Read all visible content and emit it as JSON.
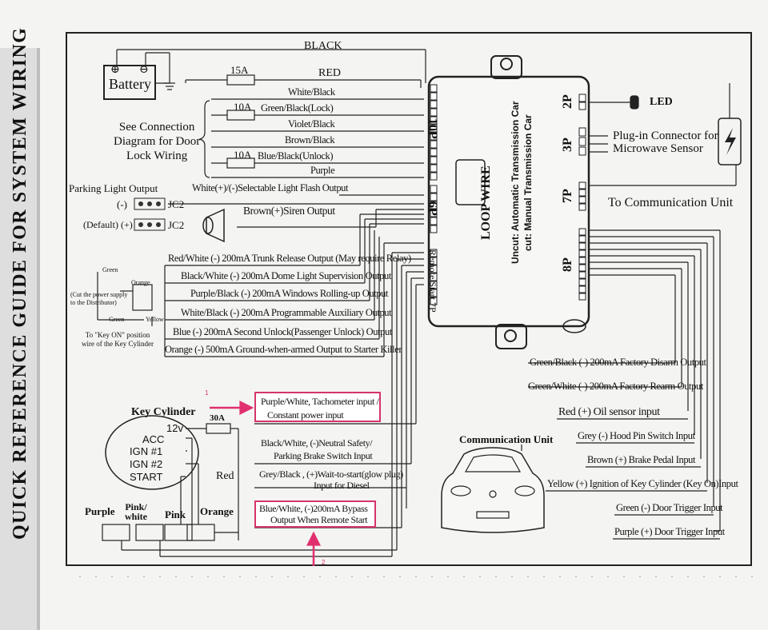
{
  "sidebar": {
    "title": "QUICK REFERENCE GUIDE FOR SYSTEM WIRING"
  },
  "battery": {
    "label": "Battery",
    "plus": "⊕",
    "minus": "⊖",
    "wire_black": "BLACK",
    "fuse": "15A",
    "wire_red": "RED"
  },
  "door_lock": {
    "caption_lines": [
      "See Connection",
      "Diagram for Door",
      "Lock Wiring"
    ],
    "fuse_lock": "10A",
    "fuse_unlock": "10A",
    "wires": [
      "White/Black",
      "Green/Black(Lock)",
      "Violet/Black",
      "Brown/Black",
      "Blue/Black(Unlock)",
      "Purple"
    ]
  },
  "parking_light": {
    "title": "Parking Light Output",
    "neg": "(-)",
    "default": "(Default) (+)",
    "jumper": "JC2",
    "wire": "White(+)/(-)Selectable Light Flash Output"
  },
  "siren": {
    "wire": "Brown(+)Siren Output"
  },
  "left_outputs": [
    "Red/White (-) 200mA Trunk Release Output (May require Relay)",
    "Black/White (-) 200mA Dome Light Supervision Output",
    "Purple/Black (-) 200mA Windows Rolling-up Output",
    "White/Black (-) 200mA Programmable Auxiliary Output",
    "Blue (-) 200mA Second Unlock(Passenger Unlock) Output",
    "Orange (-) 500mA Ground-when-armed Output to Starter Killer"
  ],
  "starter_killer": {
    "green": "Green",
    "orange": "Orange",
    "yellow": "Yellow",
    "green2": "Green",
    "note_lines": [
      "(Cut the power supply",
      "to the Distributor)"
    ],
    "key_on_lines": [
      "To \"Key ON\" position",
      "wire of the Key Cylinder"
    ]
  },
  "module": {
    "title": "LOOP WIRE",
    "note_lines": [
      "Uncut: Automatic Transmission Car",
      "cut: Manual Transmission Car"
    ],
    "connectors": {
      "p10": "10P",
      "p6": "6P",
      "remote": "Remote Start 7P",
      "p2": "2P",
      "p3": "3P",
      "p7": "7P",
      "p8": "8P"
    }
  },
  "right_top": {
    "led": "LED",
    "microwave_lines": [
      "Plug-in Connector for",
      "Microwave Sensor"
    ],
    "comm_unit": "To Communication Unit"
  },
  "right_outputs": [
    "Green/Black (-) 200mA Factory Disarm Output",
    "Green/White (-) 200mA Factory Rearm Output",
    "Red (+) Oil sensor input",
    "Grey (-) Hood Pin Switch Input",
    "Brown (+) Brake Pedal Input",
    "Yellow (+) Ignition of Key Cylinder (Key On)Input",
    "Green (-) Door Trigger Input",
    "Purple (+) Door Trigger Input"
  ],
  "car": {
    "label": "Communication Unit"
  },
  "key_cylinder": {
    "title": "Key Cylinder",
    "positions": [
      "12v",
      "ACC",
      "IGN #1",
      "IGN #2",
      "START"
    ],
    "fuse": "30A",
    "red": "Red",
    "relays": [
      "Purple",
      "Pink/\nwhite",
      "Pink",
      "Orange"
    ]
  },
  "remote_inputs": {
    "tach_lines": [
      "Purple/White, Tachometer input /",
      "Constant power input"
    ],
    "neutral_lines": [
      "Black/White, (-)Neutral Safety/",
      "Parking Brake Switch Input"
    ],
    "glow_lines": [
      "Grey/Black , (+)Wait-to-start(glow plug)",
      "Input for Diesel"
    ],
    "bypass_lines": [
      "Blue/White, (-)200mA Bypass",
      "Output When Remote Start"
    ]
  },
  "annotations": {
    "one": "1",
    "two": "2",
    "color": "#e0306f"
  }
}
